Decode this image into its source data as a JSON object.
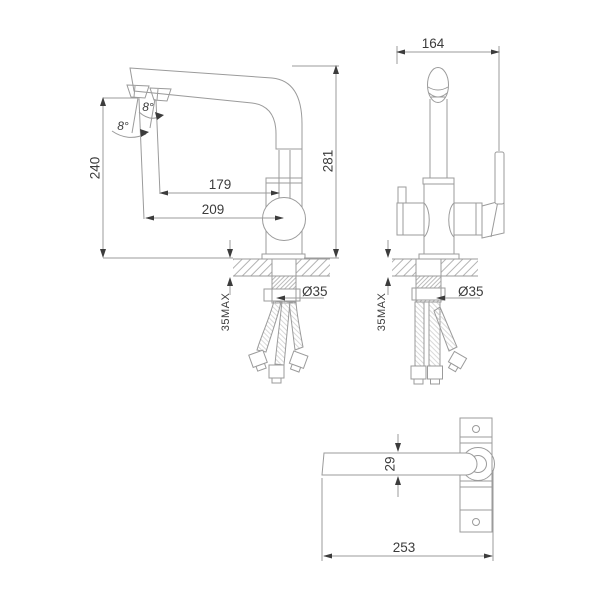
{
  "drawing_title": "faucet-dimension-drawing",
  "labels": {
    "side": {
      "height_to_spout": "240",
      "overall_height": "281",
      "reach_inner": "179",
      "reach_outer": "209",
      "angle_inner": "8°",
      "angle_outer": "8°",
      "deck_thickness": "35MAX",
      "mount_hole": "Ø35"
    },
    "front": {
      "overall_width": "164",
      "deck_thickness": "35MAX",
      "mount_hole": "Ø35"
    },
    "top": {
      "handle_width": "29",
      "overall_length": "253"
    }
  },
  "colors": {
    "line": "#9b9b9b",
    "ink": "#3c3c3c",
    "hatch": "#b3b3b3",
    "thread": "#a9a9a9",
    "braid": "#cfcfcf",
    "background": "#ffffff"
  }
}
